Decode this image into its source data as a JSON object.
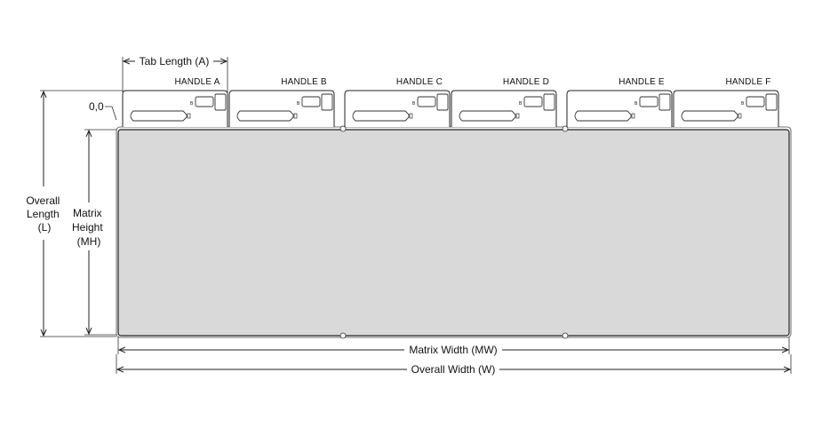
{
  "origin_label": "0,0",
  "dimensions": {
    "tab_length": "Tab Length (A)",
    "overall_length": [
      "Overall",
      "Length",
      "(L)"
    ],
    "matrix_height": [
      "Matrix",
      "Height",
      "(MH)"
    ],
    "matrix_width": "Matrix Width (MW)",
    "overall_width": "Overall Width (W)"
  },
  "handles": [
    {
      "label": "HANDLE A",
      "mark": "B"
    },
    {
      "label": "HANDLE B",
      "mark": "B"
    },
    {
      "label": "HANDLE C",
      "mark": "B"
    },
    {
      "label": "HANDLE D",
      "mark": "B"
    },
    {
      "label": "HANDLE E",
      "mark": "B"
    },
    {
      "label": "HANDLE F",
      "mark": "B"
    }
  ],
  "colors": {
    "matrix_fill": "#d9d9d9",
    "stroke": "#222222"
  }
}
